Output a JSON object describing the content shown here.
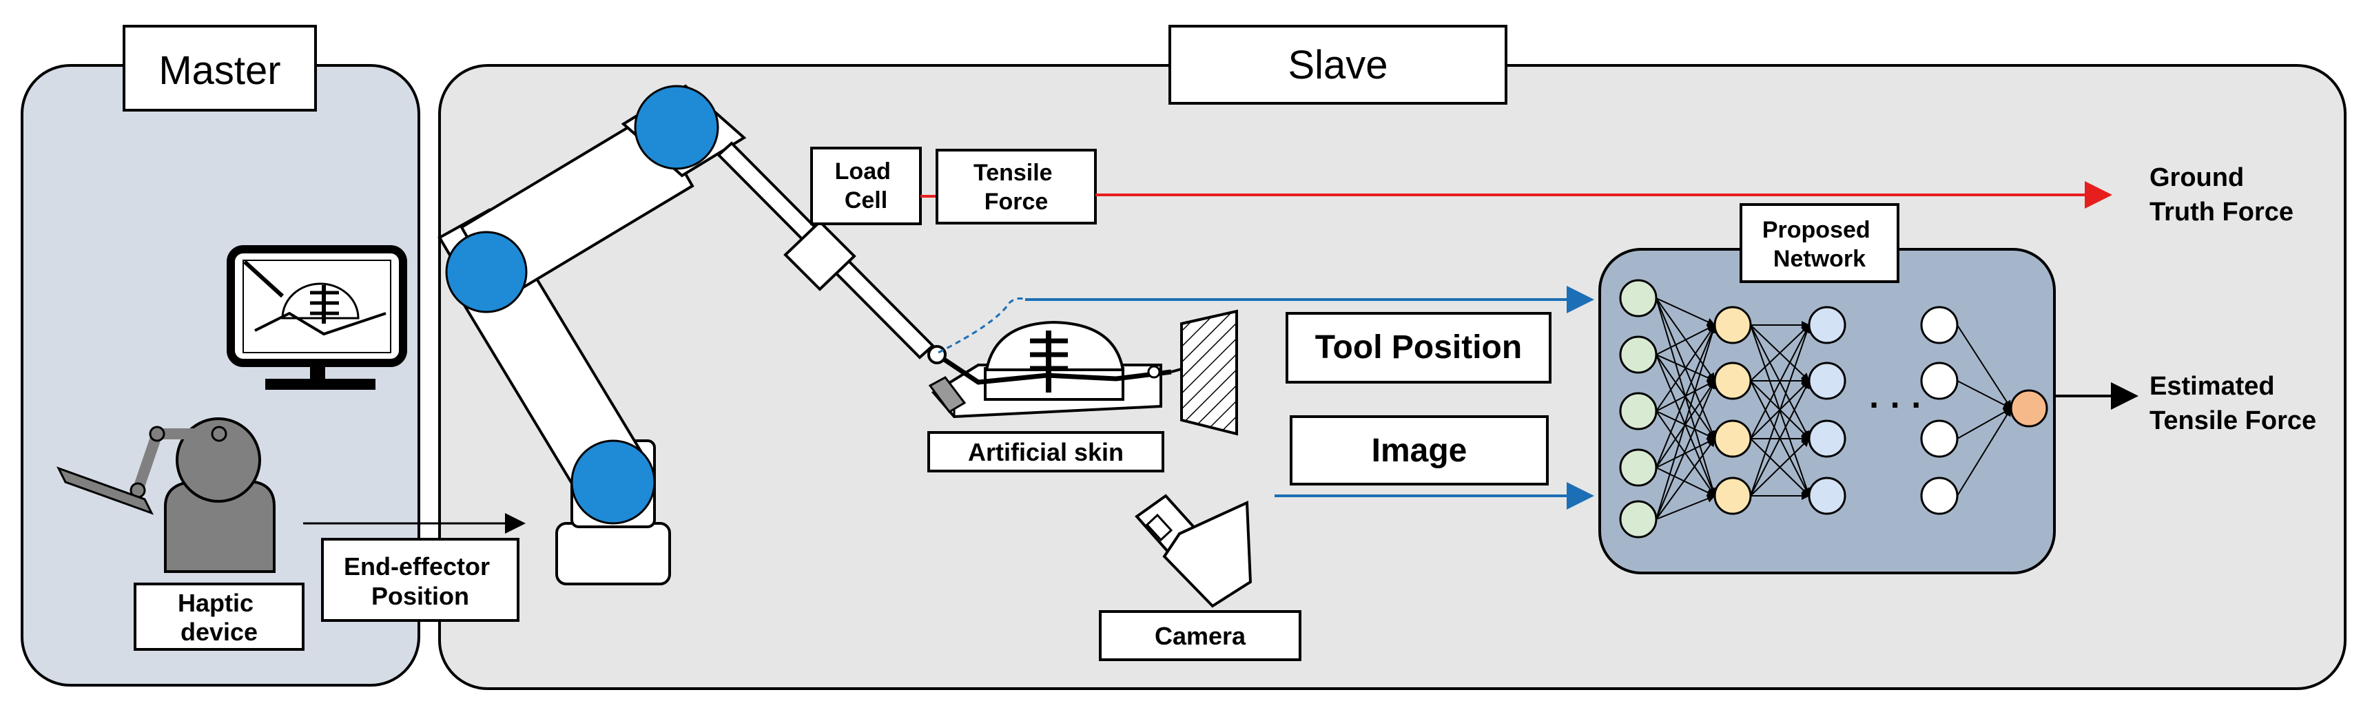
{
  "master": {
    "title": "Master",
    "haptic_label_line1": "Haptic",
    "haptic_label_line2": "device",
    "end_effector_line1": "End-effector",
    "end_effector_line2": "Position"
  },
  "slave": {
    "title": "Slave",
    "load_cell_line1": "Load",
    "load_cell_line2": "Cell",
    "tensile_line1": "Tensile",
    "tensile_line2": "Force",
    "artificial_skin": "Artificial skin",
    "camera": "Camera",
    "tool_position": "Tool Position",
    "image": "Image",
    "network_line1": "Proposed",
    "network_line2": "Network",
    "ellipsis": "· · ·",
    "ground_truth_line1": "Ground",
    "ground_truth_line2": "Truth Force",
    "estimated_line1": "Estimated",
    "estimated_line2": "Tensile Force"
  },
  "colors": {
    "master_panel": "#d5dce6",
    "slave_panel": "#e6e6e6",
    "joint_blue": "#1f8ad6",
    "network_panel": "#a6b6ca",
    "red_arrow": "#e61e1e",
    "blue_arrow": "#1c6fb5",
    "node_green": "#d9ead3",
    "node_yellow": "#fce5b0",
    "node_blue": "#d3e2f4",
    "node_orange": "#f6b98a"
  }
}
